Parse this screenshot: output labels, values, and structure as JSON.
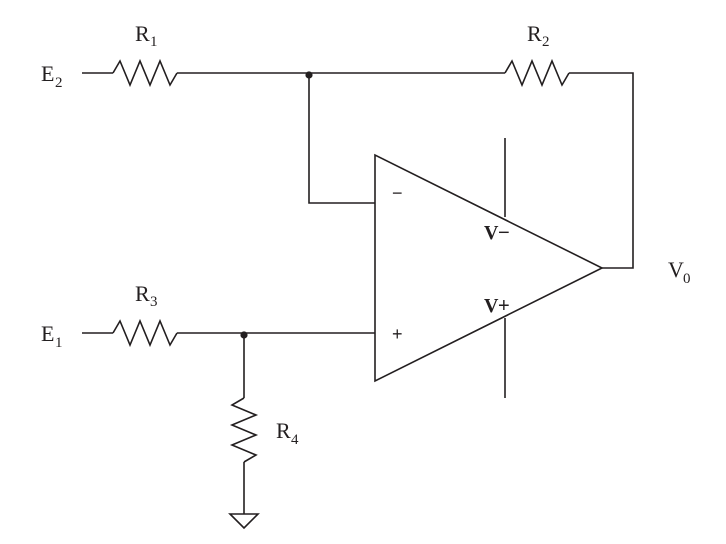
{
  "labels": {
    "e2": {
      "main": "E",
      "sub": "2"
    },
    "e1": {
      "main": "E",
      "sub": "1"
    },
    "r1": {
      "main": "R",
      "sub": "1"
    },
    "r2": {
      "main": "R",
      "sub": "2"
    },
    "r3": {
      "main": "R",
      "sub": "3"
    },
    "r4": {
      "main": "R",
      "sub": "4"
    },
    "v0": {
      "main": "V",
      "sub": "0"
    }
  },
  "opamp": {
    "inverting_sign": "−",
    "noninverting_sign": "+",
    "rail_neg": {
      "main": "V",
      "sign": "−"
    },
    "rail_pos": {
      "main": "V",
      "sign": "+"
    }
  },
  "colors": {
    "ink": "#231f20",
    "background": "#ffffff"
  }
}
